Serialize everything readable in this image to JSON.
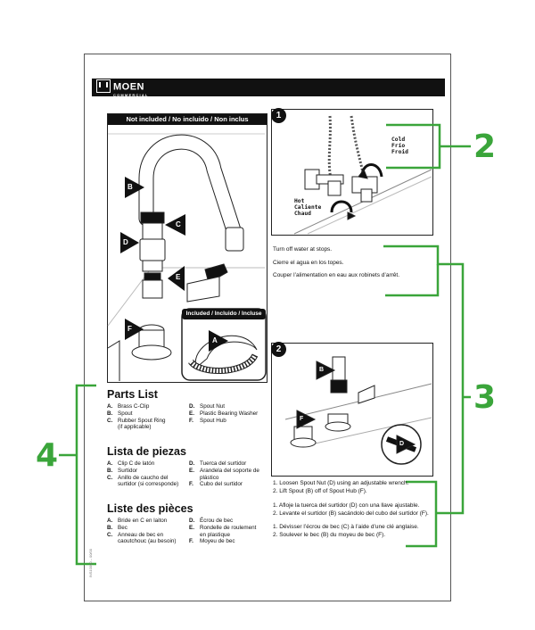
{
  "brand": {
    "name": "MOEN",
    "sub": "COMMERCIAL"
  },
  "left_panel": {
    "header": "Not included / No incluido / Non inclus"
  },
  "included_panel": {
    "header": "Included / Incluido / Incluse"
  },
  "part_letters": {
    "a": "A",
    "b": "B",
    "c": "C",
    "d": "D",
    "e": "E",
    "f": "F"
  },
  "step1": {
    "number": "1",
    "cold_labels": [
      "Cold",
      "Frío",
      "Froid"
    ],
    "hot_labels": [
      "Hot",
      "Caliente",
      "Chaud"
    ],
    "instructions": [
      "Turn off water at stops.",
      "Cierre el agua en los topes.",
      "Couper l’alimentation en eau aux robinets d’arrêt."
    ]
  },
  "step2": {
    "number": "2",
    "instructions_en": [
      "1.   Loosen Spout Nut (D) using an adjustable wrench.",
      "2.   Lift Spout (B) off of Spout Hub (F)."
    ],
    "instructions_es": [
      "1.   Afloje la tuerca del surtidor (D) con una llave ajustable.",
      "2.   Levante el surtidor (B) sacándolo del cubo del surtidor (F)."
    ],
    "instructions_fr": [
      "1.   Dévisser l’écrou de bec (C) à l’aide d’une clé anglaise.",
      "2.   Soulever le bec (B) du moyeu de bec (F)."
    ]
  },
  "parts": {
    "en": {
      "title": "Parts List",
      "left": [
        {
          "k": "A.",
          "v": "Brass C-Clip"
        },
        {
          "k": "B.",
          "v": "Spout"
        },
        {
          "k": "C.",
          "v": "Rubber Spout Ring"
        },
        {
          "k": "",
          "v": "(if applicable)"
        }
      ],
      "right": [
        {
          "k": "D.",
          "v": "Spout Nut"
        },
        {
          "k": "E.",
          "v": "Plastic Bearing Washer"
        },
        {
          "k": "F.",
          "v": "Spout Hub"
        }
      ]
    },
    "es": {
      "title": "Lista de piezas",
      "left": [
        {
          "k": "A.",
          "v": "Clip C de latón"
        },
        {
          "k": "B.",
          "v": "Surtidor"
        },
        {
          "k": "C.",
          "v": "Anillo de caucho del"
        },
        {
          "k": "",
          "v": "surtidor (si corresponde)"
        }
      ],
      "right": [
        {
          "k": "D.",
          "v": "Tuerca del surtidor"
        },
        {
          "k": "E.",
          "v": "Arandela del soporte de"
        },
        {
          "k": "",
          "v": "plástico"
        },
        {
          "k": "F.",
          "v": "Cubo del surtidor"
        }
      ]
    },
    "fr": {
      "title": "Liste des pièces",
      "left": [
        {
          "k": "A.",
          "v": "Bride en C en laiton"
        },
        {
          "k": "B.",
          "v": "Bec"
        },
        {
          "k": "C.",
          "v": "Anneau de bec en"
        },
        {
          "k": "",
          "v": "caoutchouc (au besoin)"
        }
      ],
      "right": [
        {
          "k": "D.",
          "v": "Écrou de bec"
        },
        {
          "k": "E.",
          "v": "Rondelle de roulement"
        },
        {
          "k": "",
          "v": "en plastique"
        },
        {
          "k": "F.",
          "v": "Moyeu de bec"
        }
      ]
    }
  },
  "callouts": {
    "c2": "2",
    "c3": "3",
    "c4": "4"
  },
  "side_code": "INS10000 – 00/00",
  "colors": {
    "callout": "#3aa53a",
    "ink": "#111111"
  }
}
